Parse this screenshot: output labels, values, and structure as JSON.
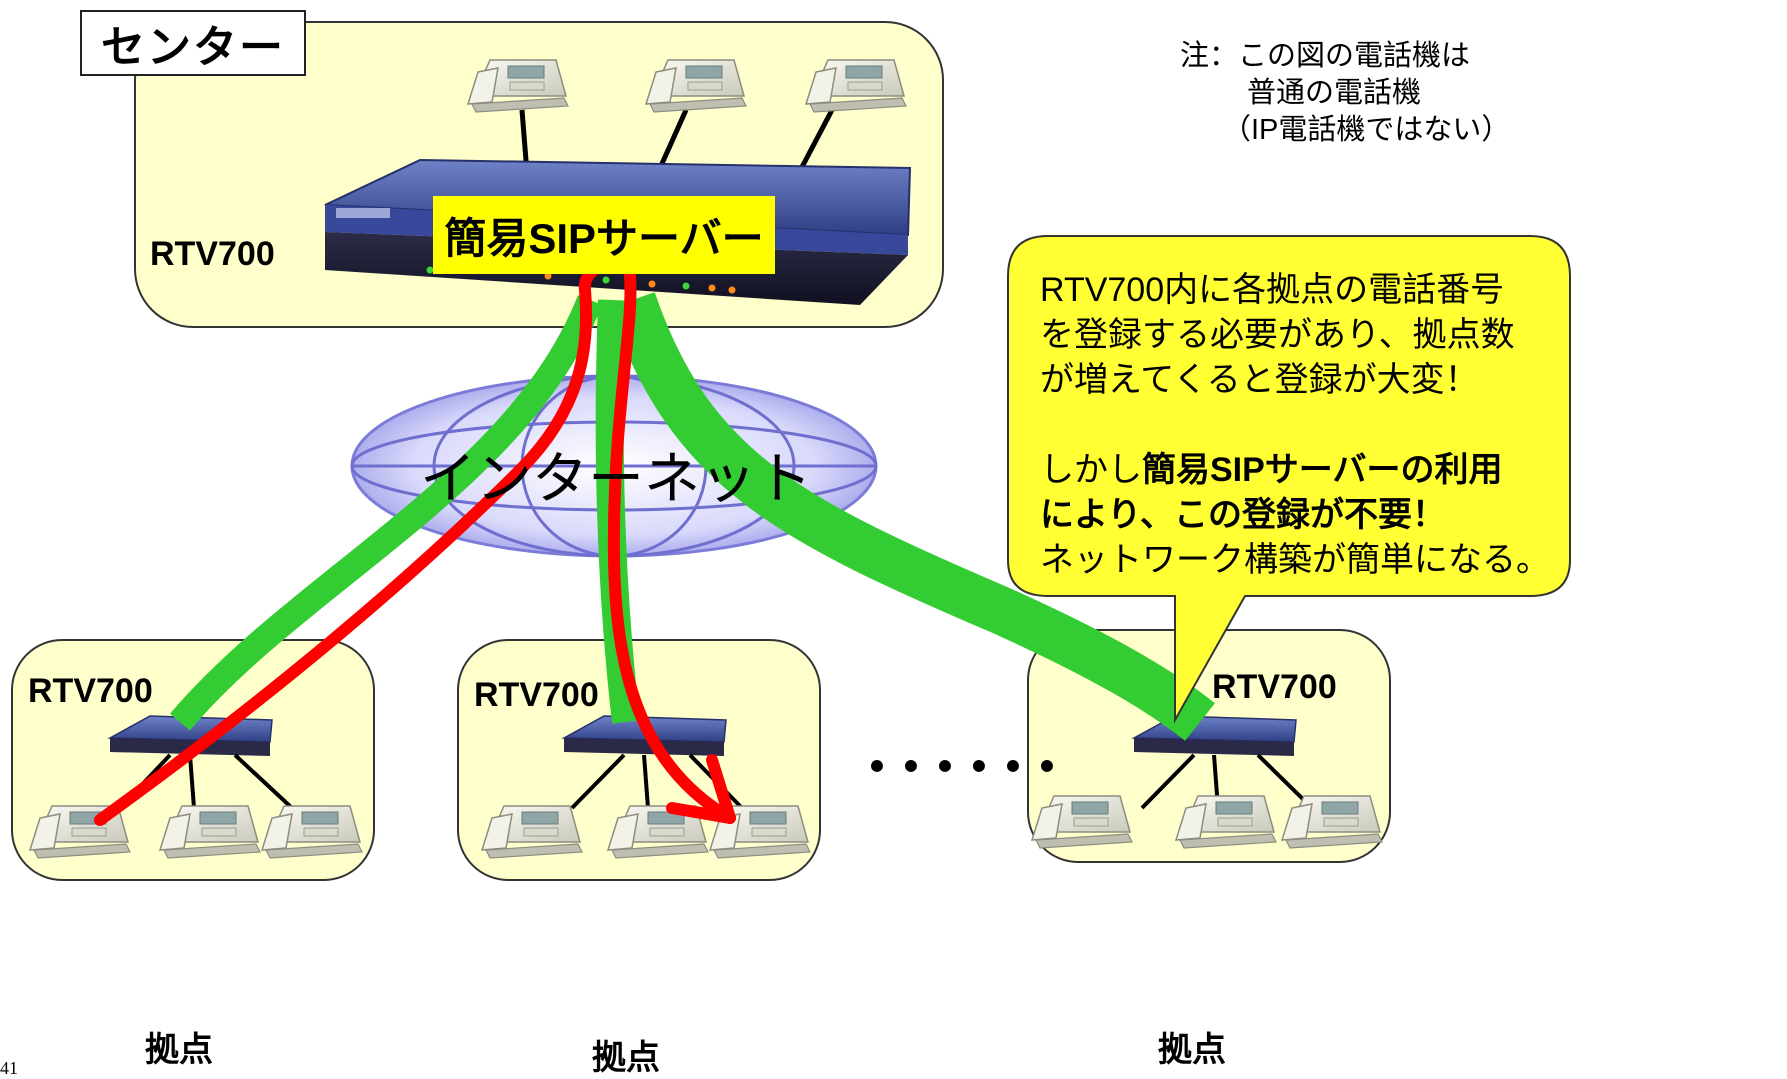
{
  "center": {
    "label": "センター",
    "router": "RTV700",
    "server_label": "簡易SIPサーバー"
  },
  "note": {
    "line1": "注：この図の電話機は",
    "line2": "普通の電話機",
    "line3": "（IP電話機ではない）"
  },
  "internet_label": "インターネット",
  "callout": {
    "line1": "RTV700内に各拠点の電話番号",
    "line2": "を登録する必要があり、拠点数",
    "line3": "が増えてくると登録が大変！",
    "line4a": "しかし",
    "line4b": "簡易SIPサーバーの利用",
    "line5": "により、この登録が不要！",
    "line6": "ネットワーク構築が簡単になる。"
  },
  "sites": [
    {
      "router": "RTV700",
      "label": "拠点"
    },
    {
      "router": "RTV700",
      "label": "拠点"
    },
    {
      "router": "RTV700",
      "label": "拠点"
    }
  ],
  "ellipsis": "･･････",
  "page_number": "41",
  "colors": {
    "box_fill": "#ffffcc",
    "path_green": "#33cc33",
    "path_red": "#ff0000",
    "callout_fill": "#ffff33",
    "router_blue": "#3a4e9a",
    "globe": "#b8b8f0"
  }
}
